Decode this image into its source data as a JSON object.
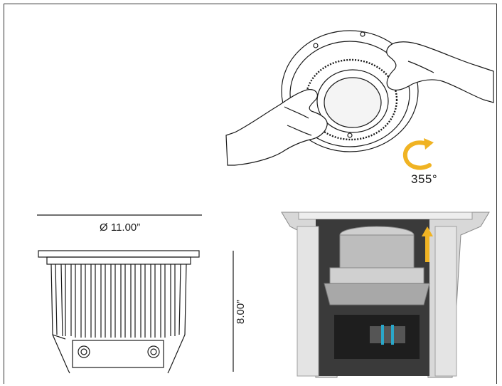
{
  "labels": {
    "rotation": "355°",
    "diameter": "Ø 11.00”",
    "height": "8.00”"
  },
  "colors": {
    "rotation_arrow": "#f0b323",
    "lift_arrow": "#f0b323",
    "line": "#1a1a1a"
  },
  "icons": {
    "rotation": "rotate-arrow-icon",
    "lift": "up-arrow-icon"
  }
}
